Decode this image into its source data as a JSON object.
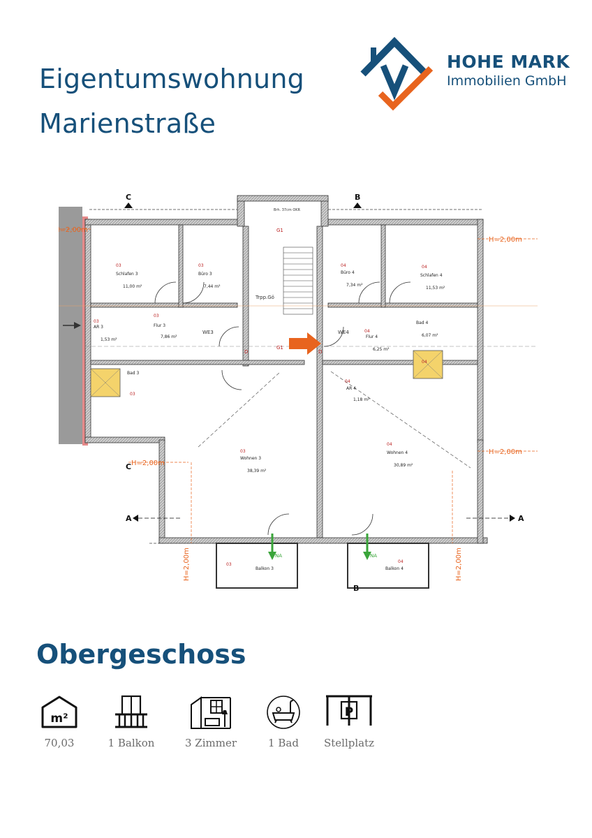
{
  "header": {
    "title_line1": "Eigentumswohnung",
    "title_line2": "Marienstraße"
  },
  "logo": {
    "name": "HOHE MARK",
    "subtitle": "Immobilien GmbH",
    "colors": {
      "primary": "#16507a",
      "accent": "#e8641e"
    }
  },
  "floor_plan": {
    "section_markers": [
      "C",
      "B",
      "A"
    ],
    "height_marker": "H=2,00m",
    "units": [
      "WE3",
      "WE4"
    ],
    "stair_label": "G1",
    "stair_area_label": "Trpp.Gö",
    "door_mark": "D",
    "window_note": "Brh. 37cm OKR",
    "drainage": "NA",
    "rooms": [
      {
        "num": "03",
        "name": "Schlafen 3",
        "area": "11,00 m²"
      },
      {
        "num": "03",
        "name": "Büro 3",
        "area": "7,44 m²"
      },
      {
        "num": "03",
        "name": "AR 3",
        "area": "1,53 m²"
      },
      {
        "num": "03",
        "name": "Flur 3",
        "area": "7,86 m²"
      },
      {
        "num": "03",
        "name": "Bad 3",
        "area": ""
      },
      {
        "num": "03",
        "name": "Wohnen 3",
        "area": "38,39 m²"
      },
      {
        "num": "03",
        "name": "Balkon 3",
        "area": ""
      },
      {
        "num": "04",
        "name": "Büro 4",
        "area": "7,34 m²"
      },
      {
        "num": "04",
        "name": "Schlafen 4",
        "area": "11,53 m²"
      },
      {
        "num": "04",
        "name": "Flur 4",
        "area": "6,25 m²"
      },
      {
        "num": "04",
        "name": "Bad 4",
        "area": "6,07 m²"
      },
      {
        "num": "04",
        "name": "AR 4",
        "area": "1,18 m²"
      },
      {
        "num": "04",
        "name": "Wohnen 4",
        "area": "30,89 m²"
      },
      {
        "num": "04",
        "name": "Balkon 4",
        "area": ""
      }
    ]
  },
  "floor_label": "Obergeschoss",
  "features": [
    {
      "icon": "area-m2-icon",
      "badge": "m²",
      "label": "70,03"
    },
    {
      "icon": "balcony-icon",
      "badge": "",
      "label": "1 Balkon"
    },
    {
      "icon": "rooms-icon",
      "badge": "",
      "label": "3 Zimmer"
    },
    {
      "icon": "bath-icon",
      "badge": "",
      "label": "1 Bad"
    },
    {
      "icon": "parking-icon",
      "badge": "P",
      "label": "Stellplatz"
    }
  ]
}
